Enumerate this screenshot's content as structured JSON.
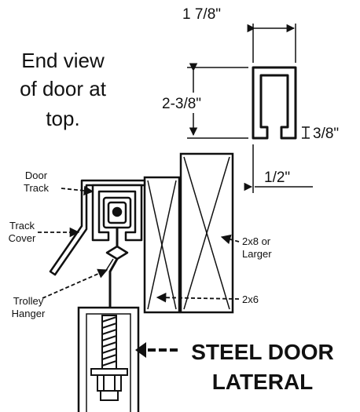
{
  "title": {
    "line1": "End view",
    "line2": "of door at",
    "line3": "top."
  },
  "dimensions": {
    "track_width": "1 7/8\"",
    "track_height": "2-3/8\"",
    "lip_height": "3/8\"",
    "lip_offset": "1/2\""
  },
  "callouts": {
    "door_track_1": "Door",
    "door_track_2": "Track",
    "track_cover_1": "Track",
    "track_cover_2": "Cover",
    "trolley_hanger_1": "Trolley",
    "trolley_hanger_2": "Hanger",
    "header_1": "2x8 or",
    "header_2": "Larger",
    "stud": "2x6"
  },
  "footer": {
    "line1": "STEEL DOOR",
    "line2": "LATERAL"
  }
}
